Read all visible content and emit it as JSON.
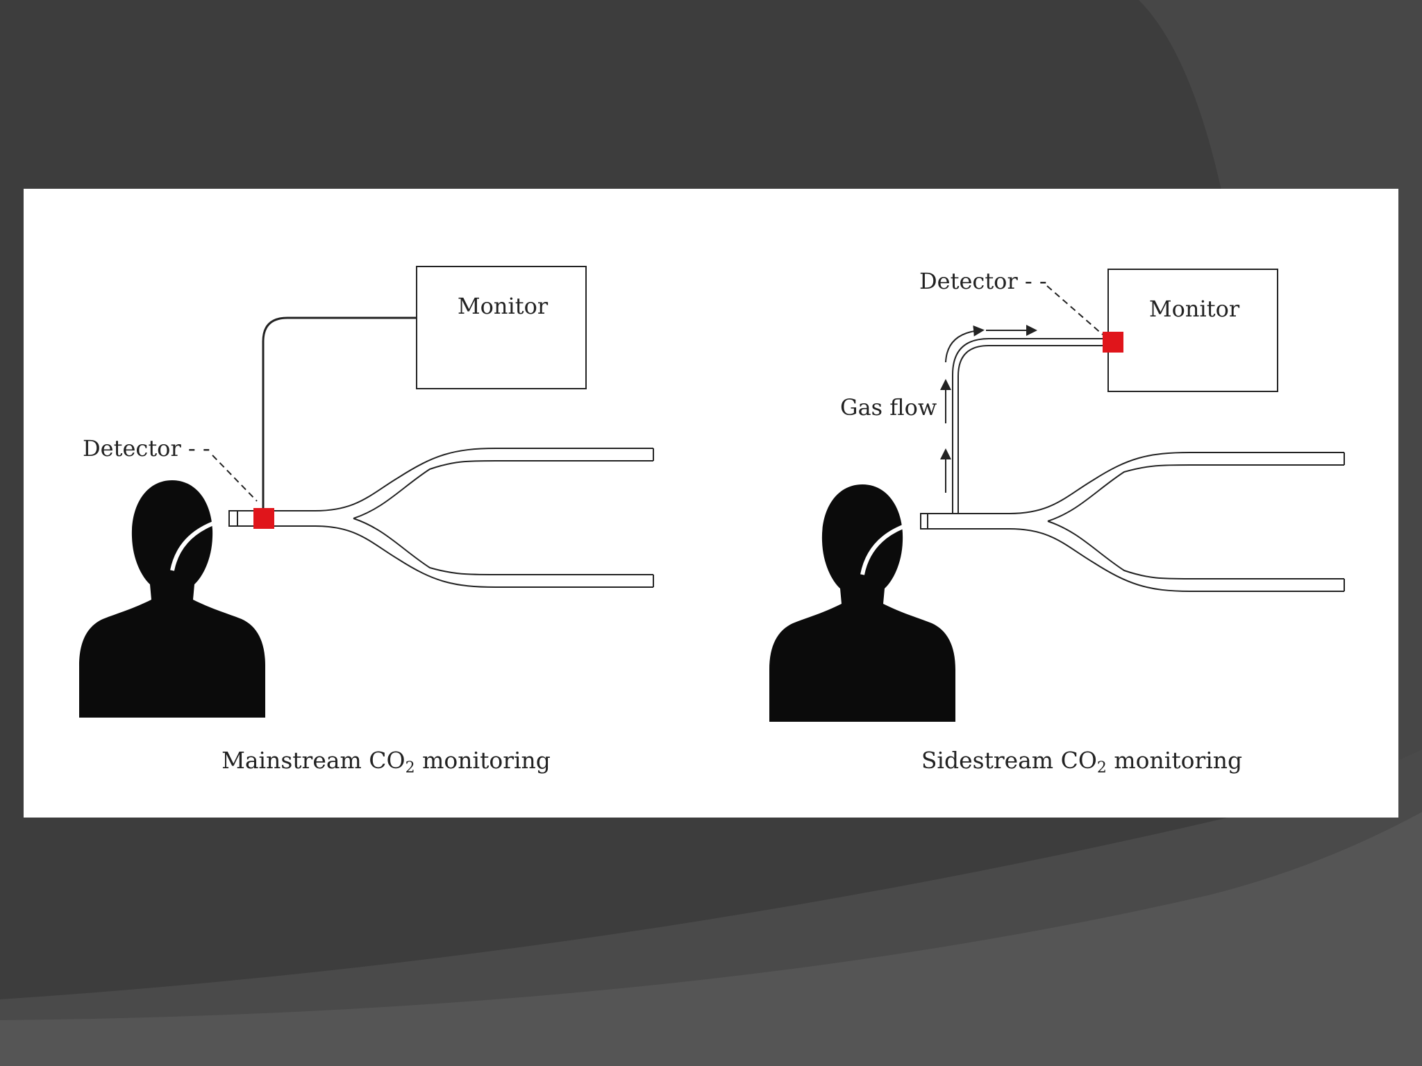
{
  "colors": {
    "slide_bg": "#3d3d3d",
    "slide_swoosh": "#474747",
    "slide_swoosh_light": "#555555",
    "panel_bg": "#ffffff",
    "detector": "#e0151b",
    "silhouette": "#0b0b0b",
    "line": "#222222"
  },
  "icons": {
    "patient": "person-silhouette-icon",
    "flow_arrow": "arrow-up-icon"
  },
  "mainstream": {
    "monitor_label": "Monitor",
    "detector_label": "Detector - -",
    "caption_prefix": "Mainstream CO",
    "caption_sub": "2",
    "caption_suffix": " monitoring"
  },
  "sidestream": {
    "monitor_label": "Monitor",
    "detector_label": "Detector - -",
    "gas_flow_label": "Gas flow",
    "caption_prefix": "Sidestream CO",
    "caption_sub": "2",
    "caption_suffix": " monitoring"
  }
}
